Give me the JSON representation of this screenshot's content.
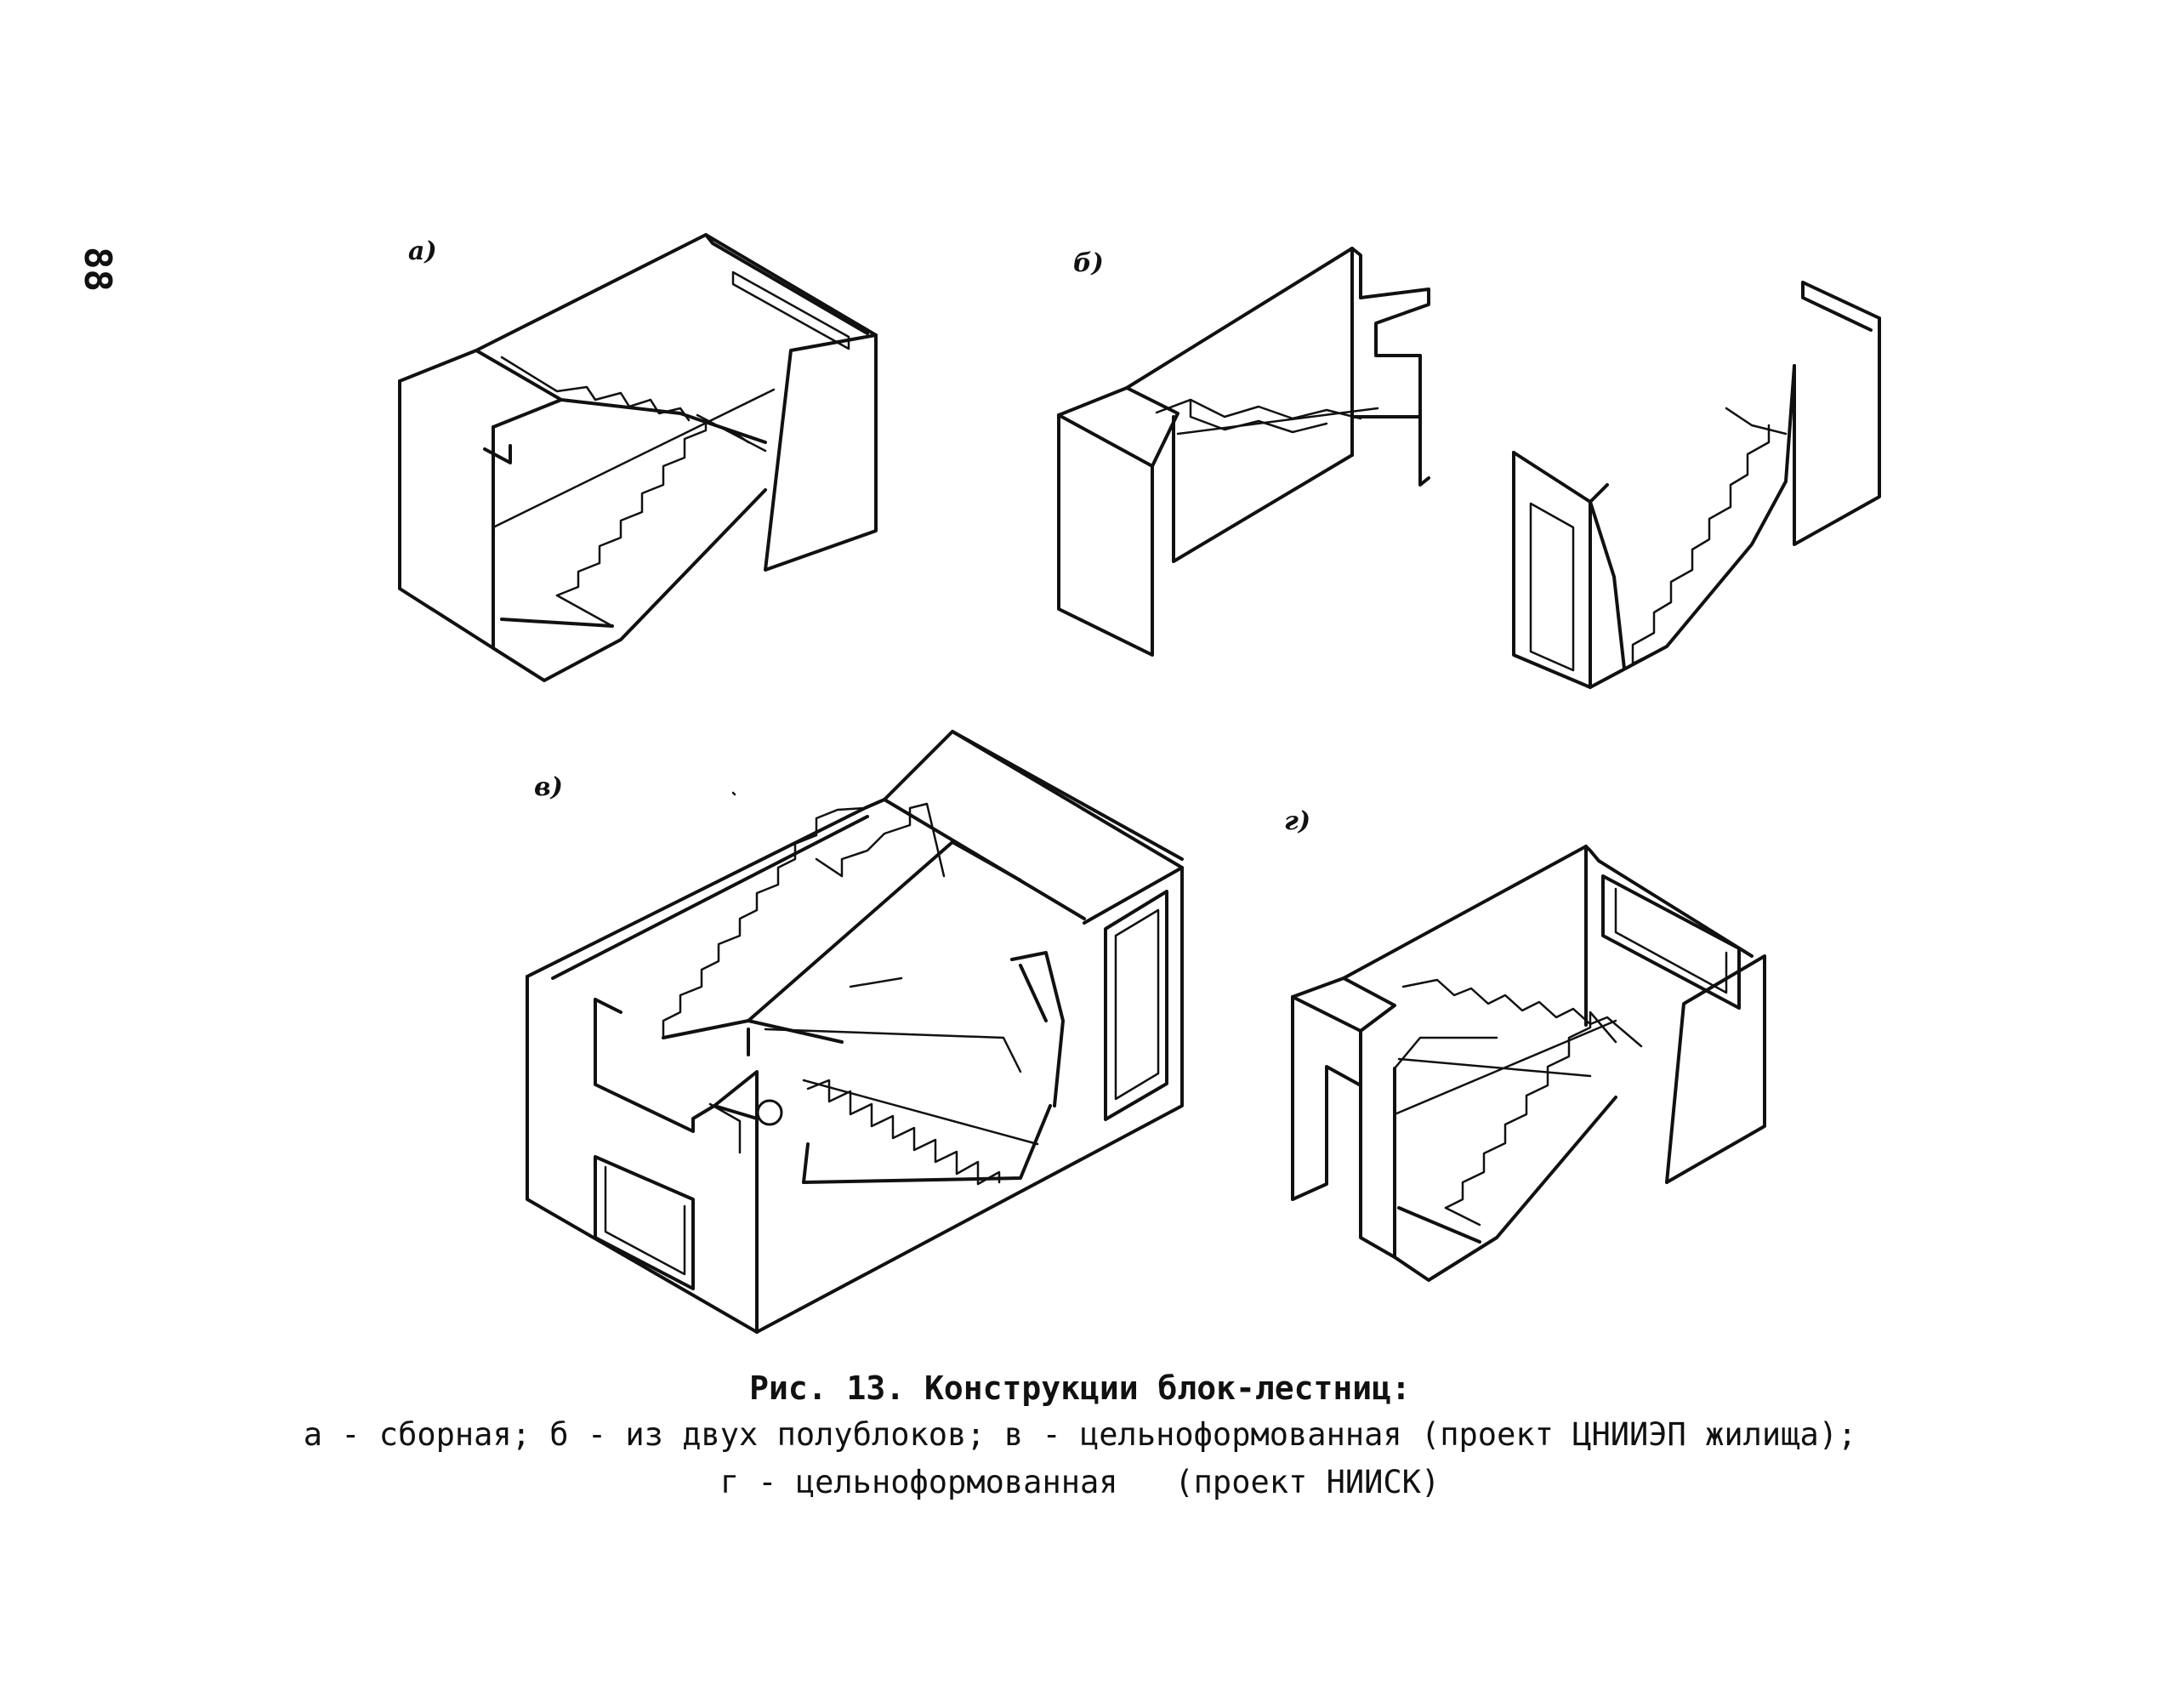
{
  "page_number": "88",
  "figure_labels": {
    "a": "а)",
    "b": "б)",
    "v": "в)",
    "g": "г)"
  },
  "caption": {
    "title": "Рис. 13. Конструкции блок-лестниц:",
    "line1": "а - сборная; б - из двух полублоков; в - цельноформованная (проект ЦНИИЭП жилища);",
    "line2": "г - цельноформованная   (проект НИИСК)"
  }
}
